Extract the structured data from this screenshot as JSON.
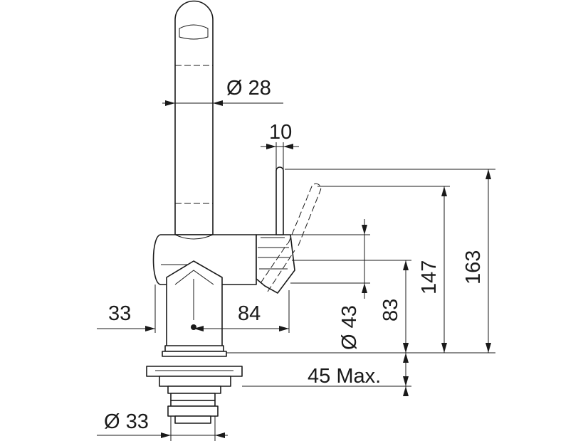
{
  "drawing": {
    "line_color": "#1a1a1a",
    "background": "#ffffff"
  },
  "dimensions": {
    "spout_diameter": "Ø 28",
    "lever_width": "10",
    "total_height": "163",
    "lever_height": "147",
    "body_height": "83",
    "body_diameter": "Ø 43",
    "left_offset": "33",
    "reach": "84",
    "max_thickness": "45 Max.",
    "shank_diameter": "Ø 33"
  }
}
